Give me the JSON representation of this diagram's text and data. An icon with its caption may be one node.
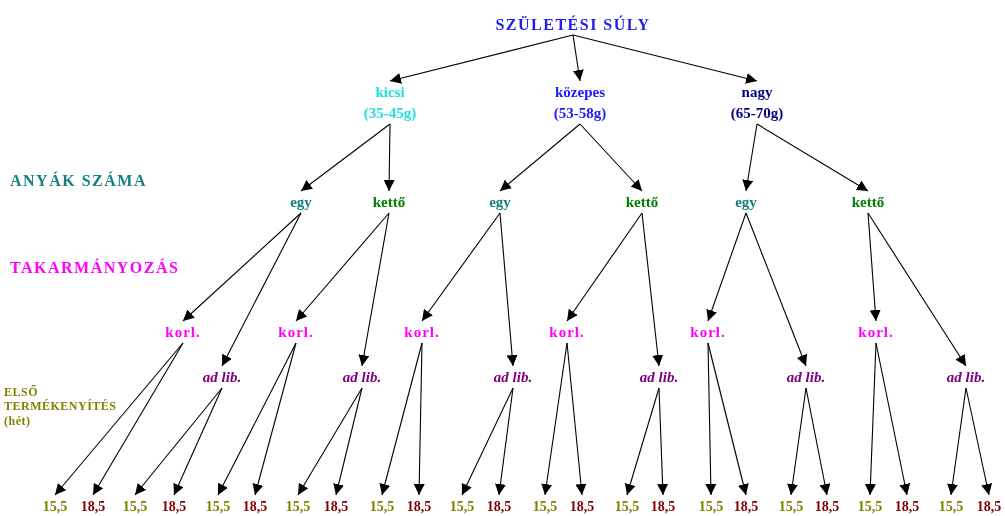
{
  "diagram": {
    "nodes": [
      {
        "text": [
          "SZÜLETÉSI SÚLY"
        ]
      },
      {
        "text": [
          "kicsi",
          "(35-45g)"
        ]
      },
      {
        "text": [
          "közepes",
          "(53-58g)"
        ]
      },
      {
        "text": [
          "nagy",
          "(65-70g)"
        ]
      },
      {
        "text": [
          "egy"
        ]
      },
      {
        "text": [
          "kettő"
        ]
      },
      {
        "text": [
          "egy"
        ]
      },
      {
        "text": [
          "kettő"
        ]
      },
      {
        "text": [
          "egy"
        ]
      },
      {
        "text": [
          "kettő"
        ]
      },
      {
        "text": [
          "korl."
        ]
      },
      {
        "text": [
          "ad lib."
        ]
      },
      {
        "text": [
          "korl."
        ]
      },
      {
        "text": [
          "ad lib."
        ]
      },
      {
        "text": [
          "korl."
        ]
      },
      {
        "text": [
          "ad lib."
        ]
      },
      {
        "text": [
          "korl."
        ]
      },
      {
        "text": [
          "ad lib."
        ]
      },
      {
        "text": [
          "korl."
        ]
      },
      {
        "text": [
          "ad lib."
        ]
      },
      {
        "text": [
          "korl."
        ]
      },
      {
        "text": [
          "ad lib."
        ]
      },
      {
        "text": [
          "15,5"
        ]
      },
      {
        "text": [
          "18,5"
        ]
      },
      {
        "text": [
          "15,5"
        ]
      },
      {
        "text": [
          "18,5"
        ]
      },
      {
        "text": [
          "15,5"
        ]
      },
      {
        "text": [
          "18,5"
        ]
      },
      {
        "text": [
          "15,5"
        ]
      },
      {
        "text": [
          "18,5"
        ]
      },
      {
        "text": [
          "15,5"
        ]
      },
      {
        "text": [
          "18,5"
        ]
      },
      {
        "text": [
          "15,5"
        ]
      },
      {
        "text": [
          "18,5"
        ]
      },
      {
        "text": [
          "15,5"
        ]
      },
      {
        "text": [
          "18,5"
        ]
      },
      {
        "text": [
          "15,5"
        ]
      },
      {
        "text": [
          "18,5"
        ]
      },
      {
        "text": [
          "15,5"
        ]
      },
      {
        "text": [
          "18,5"
        ]
      },
      {
        "text": [
          "15,5"
        ]
      },
      {
        "text": [
          "18,5"
        ]
      },
      {
        "text": [
          "15,5"
        ]
      },
      {
        "text": [
          "18,5"
        ]
      },
      {
        "text": [
          "15,5"
        ]
      },
      {
        "text": [
          "18,5"
        ]
      }
    ],
    "edges": [
      {
        "from": 0,
        "to": 1,
        "arrow": "to"
      },
      {
        "from": 0,
        "to": 2,
        "arrow": "to"
      },
      {
        "from": 0,
        "to": 3,
        "arrow": "to"
      },
      {
        "from": 1,
        "to": 4,
        "arrow": "to"
      },
      {
        "from": 1,
        "to": 5,
        "arrow": "to"
      },
      {
        "from": 2,
        "to": 6,
        "arrow": "to"
      },
      {
        "from": 2,
        "to": 7,
        "arrow": "to"
      },
      {
        "from": 3,
        "to": 8,
        "arrow": "to"
      },
      {
        "from": 3,
        "to": 9,
        "arrow": "to"
      },
      {
        "from": 4,
        "to": 10,
        "arrow": "to"
      },
      {
        "from": 4,
        "to": 11,
        "arrow": "to"
      },
      {
        "from": 5,
        "to": 12,
        "arrow": "to"
      },
      {
        "from": 5,
        "to": 13,
        "arrow": "to"
      },
      {
        "from": 6,
        "to": 14,
        "arrow": "to"
      },
      {
        "from": 6,
        "to": 15,
        "arrow": "to"
      },
      {
        "from": 7,
        "to": 16,
        "arrow": "to"
      },
      {
        "from": 7,
        "to": 17,
        "arrow": "to"
      },
      {
        "from": 8,
        "to": 18,
        "arrow": "to"
      },
      {
        "from": 8,
        "to": 19,
        "arrow": "to"
      },
      {
        "from": 9,
        "to": 20,
        "arrow": "to"
      },
      {
        "from": 9,
        "to": 21,
        "arrow": "to"
      },
      {
        "from": 10,
        "to": 22,
        "arrow": "to"
      },
      {
        "from": 10,
        "to": 23,
        "arrow": "to"
      },
      {
        "from": 11,
        "to": 24,
        "arrow": "to"
      },
      {
        "from": 11,
        "to": 25,
        "arrow": "to"
      },
      {
        "from": 12,
        "to": 26,
        "arrow": "to"
      },
      {
        "from": 12,
        "to": 27,
        "arrow": "to"
      },
      {
        "from": 13,
        "to": 28,
        "arrow": "to"
      },
      {
        "from": 13,
        "to": 29,
        "arrow": "to"
      },
      {
        "from": 14,
        "to": 30,
        "arrow": "to"
      },
      {
        "from": 14,
        "to": 31,
        "arrow": "to"
      },
      {
        "from": 15,
        "to": 32,
        "arrow": "to"
      },
      {
        "from": 15,
        "to": 33,
        "arrow": "to"
      },
      {
        "from": 16,
        "to": 34,
        "arrow": "to"
      },
      {
        "from": 16,
        "to": 35,
        "arrow": "to"
      },
      {
        "from": 17,
        "to": 36,
        "arrow": "to"
      },
      {
        "from": 17,
        "to": 37,
        "arrow": "to"
      },
      {
        "from": 18,
        "to": 38,
        "arrow": "to"
      },
      {
        "from": 18,
        "to": 39,
        "arrow": "to"
      },
      {
        "from": 19,
        "to": 40,
        "arrow": "to"
      },
      {
        "from": 19,
        "to": 41,
        "arrow": "to"
      },
      {
        "from": 20,
        "to": 42,
        "arrow": "to"
      },
      {
        "from": 20,
        "to": 43,
        "arrow": "to"
      },
      {
        "from": 21,
        "to": 44,
        "arrow": "to"
      },
      {
        "from": 21,
        "to": 45,
        "arrow": "to"
      }
    ],
    "labels": [
      "ANYÁK SZÁMA",
      "TAKARMÁNYOZÁS",
      "ELSŐ TERMÉKENYÍTÉS (hét)"
    ]
  }
}
